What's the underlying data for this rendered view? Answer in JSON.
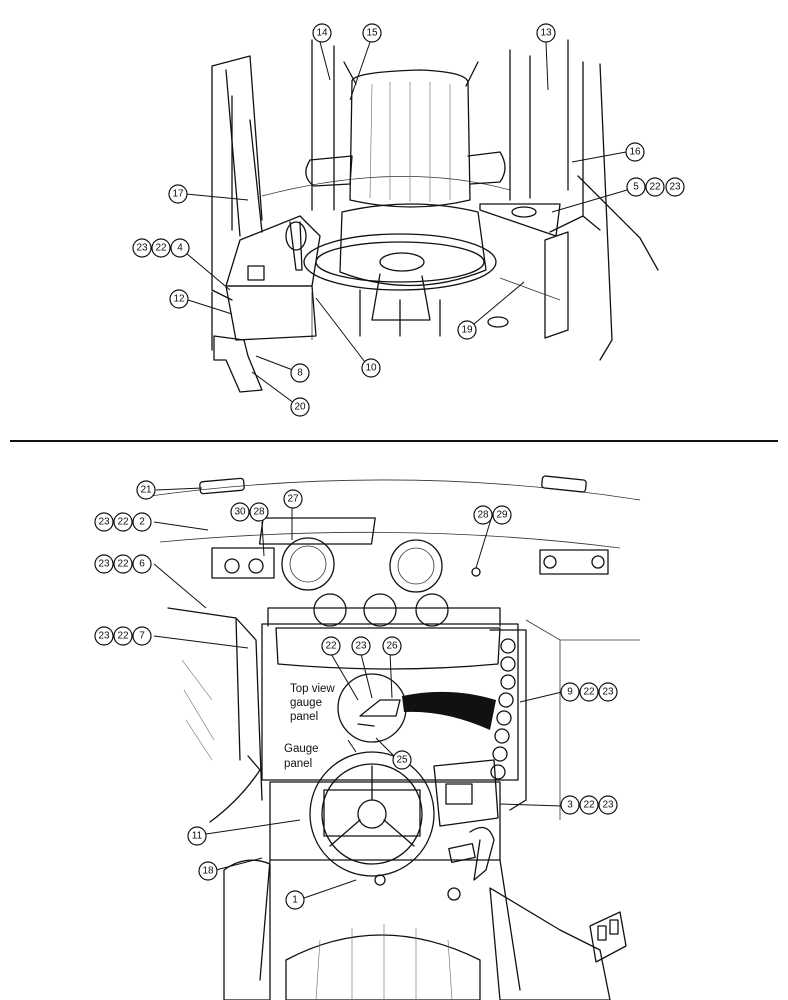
{
  "diagram": {
    "top_view_label": [
      "Top view",
      "gauge",
      "panel"
    ],
    "gauge_panel_label": [
      "Gauge",
      "panel"
    ],
    "callouts": {
      "c1": "1",
      "c2": "2",
      "c3": "3",
      "c4": "4",
      "c5": "5",
      "c6": "6",
      "c7": "7",
      "c8": "8",
      "c9": "9",
      "c10": "10",
      "c11": "11",
      "c12": "12",
      "c13": "13",
      "c14": "14",
      "c15": "15",
      "c16": "16",
      "c17": "17",
      "c18": "18",
      "c19": "19",
      "c20": "20",
      "c21": "21",
      "c22": "22",
      "c23": "23",
      "c25": "25",
      "c26": "26",
      "c27": "27",
      "c28": "28",
      "c29": "29",
      "c30": "30"
    }
  }
}
